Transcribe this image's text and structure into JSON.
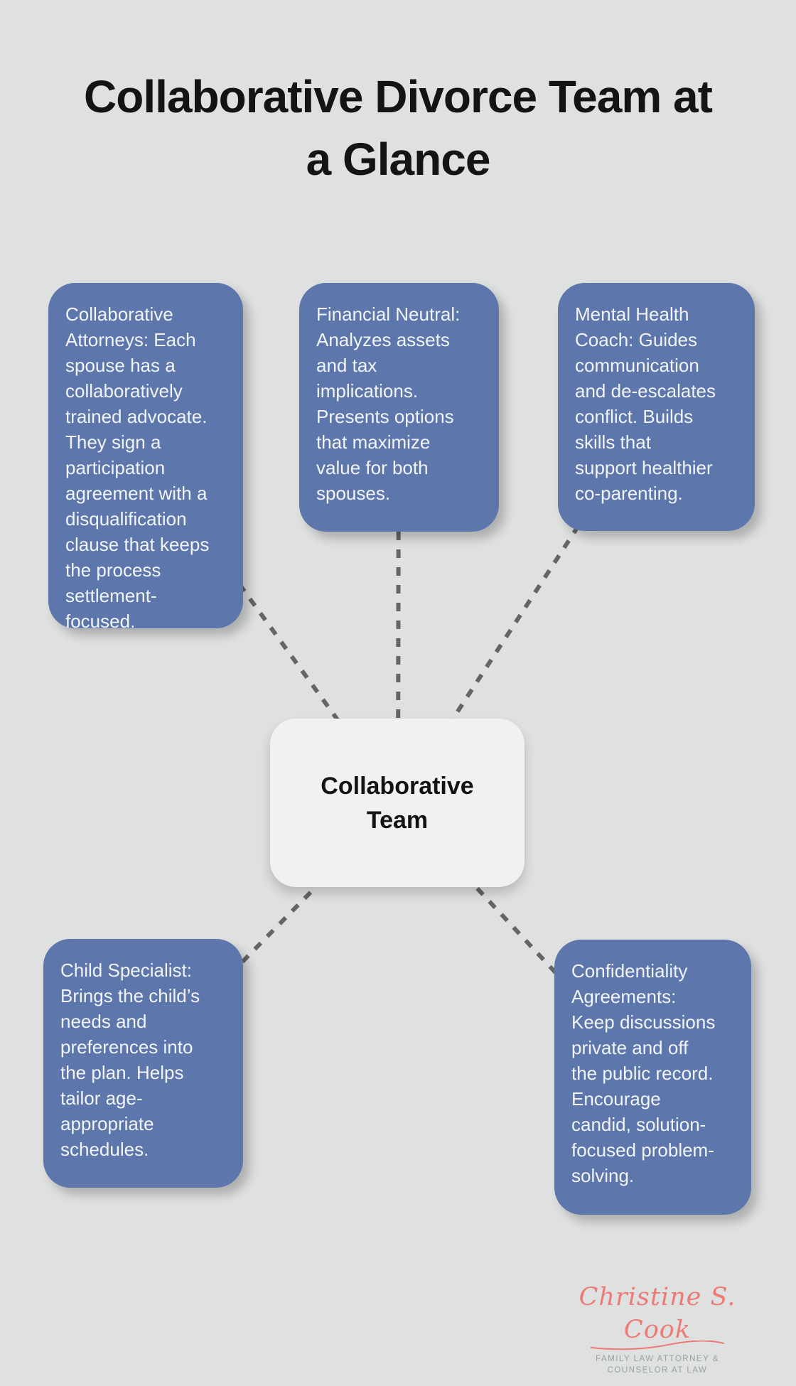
{
  "title": {
    "line1": "Collaborative Divorce Team at",
    "line2": "a Glance"
  },
  "center_node": {
    "label": "Collaborative\nTeam"
  },
  "team_boxes": [
    {
      "id": "collaborative-attorneys",
      "text": "Collaborative\nAttorneys: Each\nspouse has a\ncollaboratively\ntrained advocate.\nThey sign a\nparticipation\nagreement with a\ndisqualification\nclause that keeps\nthe process\nsettlement-\nfocused."
    },
    {
      "id": "financial-neutral",
      "text": "Financial Neutral:\nAnalyzes assets\nand tax\nimplications.\nPresents options\nthat maximize\nvalue for both\nspouses."
    },
    {
      "id": "mental-health-coach",
      "text": "Mental Health\nCoach: Guides\ncommunication\nand de-escalates\nconflict. Builds\nskills that\nsupport healthier\nco-parenting."
    },
    {
      "id": "child-specialist",
      "text": "Child Specialist:\nBrings the child’s\nneeds and\npreferences into\nthe plan. Helps\ntailor age-\nappropriate\nschedules."
    },
    {
      "id": "confidentiality-agreements",
      "text": "Confidentiality\nAgreements:\nKeep discussions\nprivate and off\nthe public record.\nEncourage\ncandid, solution-\nfocused problem-\nsolving."
    }
  ],
  "logo": {
    "name": "Christine S. Cook",
    "tagline_line1": "FAMILY LAW ATTORNEY &",
    "tagline_line2": "COUNSELOR AT LAW"
  },
  "colors": {
    "background": "#dfe1e0",
    "box_background": "#5d76ab",
    "box_text": "#f1f4f8",
    "connector": "#656565",
    "title": "#141414",
    "center_background": "#f0f1f3",
    "center_text": "#141414",
    "logo_name": "#ee7a76",
    "logo_tagline": "#9aa0a3"
  }
}
